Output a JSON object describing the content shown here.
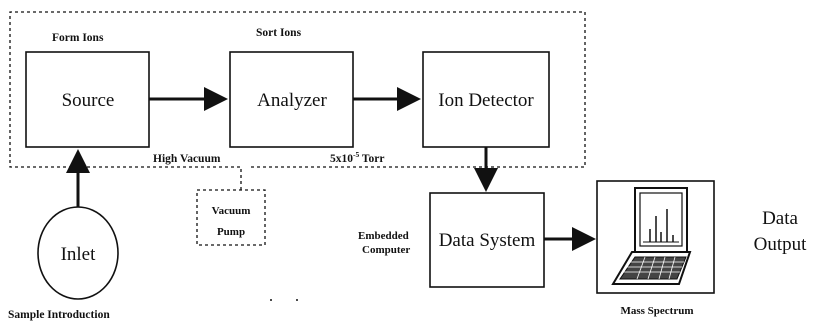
{
  "labels": {
    "form_ions": "Form Ions",
    "sort_ions": "Sort Ions",
    "source": "Source",
    "analyzer": "Analyzer",
    "ion_detector": "Ion Detector",
    "high_vacuum": "High Vacuum",
    "torr_base": "5x10",
    "torr_exp": "-5",
    "torr_unit": " Torr",
    "vacuum": "Vacuum",
    "pump": "Pump",
    "inlet": "Inlet",
    "sample_introduction": "Sample Introduction",
    "embedded": "Embedded",
    "computer": "Computer",
    "data_system": "Data System",
    "mass_spectrum": "Mass Spectrum",
    "data": "Data",
    "output": "Output"
  },
  "icons": {
    "computer": "laptop-with-spectrum-icon"
  },
  "colors": {
    "ink": "#111111",
    "background": "#ffffff"
  }
}
